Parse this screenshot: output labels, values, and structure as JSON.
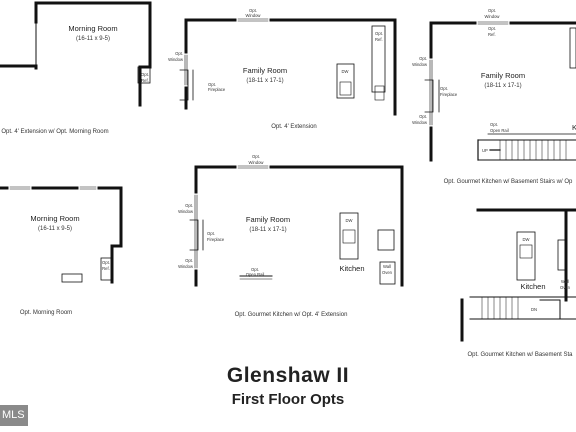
{
  "plan": {
    "title": "Glenshaw II",
    "subtitle": "First Floor Opts",
    "watermark": "MLS"
  },
  "panels": {
    "p1": {
      "room": "Morning Room",
      "dims": "(16-11 x 9-5)",
      "opt": "Opt.",
      "ref": "Ref.",
      "caption": "Opt. 4' Extension w/ Opt. Morning Room"
    },
    "p2": {
      "room": "Family Room",
      "dims": "(18-11 x 17-1)",
      "window_top": "Opt.",
      "window_bot": "Window",
      "window_side": "Opt.",
      "window_side2": "Window",
      "fire1": "Opt.",
      "fire2": "Fireplace",
      "ref1": "Opt.",
      "ref2": "Ref.",
      "dw": "DW",
      "caption": "Opt. 4' Extension"
    },
    "p3": {
      "room": "Family Room",
      "dims": "(18-11 x 17-1)",
      "window_top": "Opt.",
      "window_bot": "Window",
      "window_side": "Opt.",
      "window_side2": "Window",
      "window_side3": "Opt.",
      "window_side4": "Window",
      "fire1": "Opt.",
      "fire2": "Fireplace",
      "ref1": "Opt.",
      "ref2": "Ref.",
      "rail1": "Opt.",
      "rail2": "Open Rail",
      "up": "UP",
      "kit": "K",
      "caption": "Opt. Gourmet Kitchen w/ Basement Stairs w/ Op"
    },
    "p4": {
      "room": "Morning Room",
      "dims": "(16-11 x 9-5)",
      "ref1": "Opt.",
      "ref2": "Ref.",
      "caption": "Opt. Morning Room"
    },
    "p5": {
      "room": "Family Room",
      "dims": "(18-11 x 17-1)",
      "window_top": "Opt.",
      "window_bot": "Window",
      "window_side": "Opt.",
      "window_side2": "Window",
      "window_side3": "Opt.",
      "window_side4": "Window",
      "fire1": "Opt.",
      "fire2": "Fireplace",
      "rail1": "Opt.",
      "rail2": "Open Rail",
      "dw": "DW",
      "kitchen": "Kitchen",
      "oven1": "Wall",
      "oven2": "Oven",
      "caption": "Opt. Gourmet Kitchen w/ Opt. 4' Extension"
    },
    "p6": {
      "dw": "DW",
      "kitchen": "Kitchen",
      "oven1": "Wall",
      "oven2": "Oven",
      "dn": "DN",
      "caption": "Opt. Gourmet Kitchen w/ Basement Sta"
    }
  }
}
